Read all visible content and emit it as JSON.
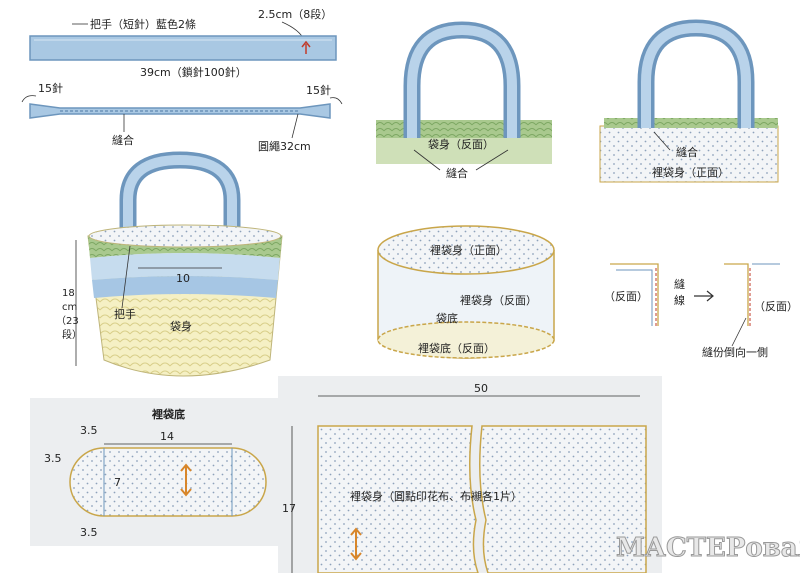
{
  "colors": {
    "handle_blue": "#8fb7d8",
    "handle_dark": "#5d8fbf",
    "lining_dot": "#b8c6d6",
    "bag_yellow": "#f4efbf",
    "bag_green": "#a9c98e",
    "panel_gray": "#eef0f2",
    "arrow_orange": "#d8862a",
    "arrow_red": "#c23a2a",
    "outline": "#c9a64a"
  },
  "strap": {
    "title": "把手（短針）藍色2條",
    "height_note": "2.5cm（8段）",
    "length_note": "39cm（鎖針100針）"
  },
  "strap_folded": {
    "left_stitches": "15針",
    "right_stitches": "15針",
    "seam": "縫合",
    "rope": "圓繩32cm"
  },
  "attach_outer": {
    "body": "袋身（反面）",
    "seam": "縫合"
  },
  "attach_lining": {
    "seam": "縫合",
    "body": "裡袋身（正面）"
  },
  "bag": {
    "handle": "把手",
    "body": "袋身",
    "handle_gap": "10",
    "height_label_1": "18",
    "height_label_2": "cm",
    "height_label_3": "（23",
    "height_label_4": "段）"
  },
  "lining_assembly": {
    "top": "裡袋身（正面）",
    "side": "裡袋身（反面）",
    "base": "袋底",
    "base_back": "裡袋底（反面）"
  },
  "seam_detail": {
    "left": "（反面）",
    "seam_line_1": "縫",
    "seam_line_2": "線",
    "right": "（反面）",
    "note": "縫份倒向一側"
  },
  "base_pattern": {
    "title": "裡袋底",
    "length": "14",
    "margin_top": "3.5",
    "margin_left": "3.5",
    "height": "7",
    "margin_bottom": "3.5"
  },
  "body_pattern": {
    "width": "50",
    "height": "17",
    "label": "裡袋身（圓點印花布、布襯各1片）"
  },
  "watermark": "МАСТЕРоваЯ"
}
